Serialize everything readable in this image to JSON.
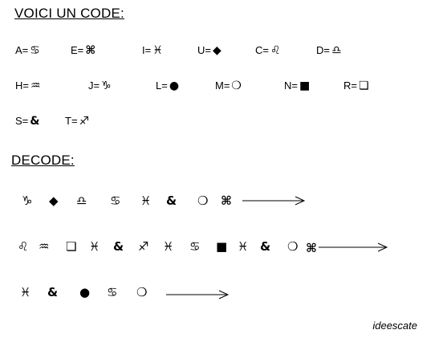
{
  "title": "VOICI UN CODE:",
  "subtitle": "DECODE:",
  "key": [
    {
      "letter": "A=",
      "symbol": "♋"
    },
    {
      "letter": "E=",
      "symbol": "⌘"
    },
    {
      "letter": "I=",
      "symbol": "♓"
    },
    {
      "letter": "U=",
      "symbol": "◆"
    },
    {
      "letter": "C=",
      "symbol": "♌"
    },
    {
      "letter": "D=",
      "symbol": "♎"
    },
    {
      "letter": "H=",
      "symbol": "♒"
    },
    {
      "letter": "J=",
      "symbol": "♑"
    },
    {
      "letter": "L=",
      "symbol": "●"
    },
    {
      "letter": "M=",
      "symbol": "❍"
    },
    {
      "letter": "N=",
      "symbol": "■"
    },
    {
      "letter": "R=",
      "symbol": "❏"
    },
    {
      "letter": "S=",
      "symbol": "&"
    },
    {
      "letter": "T=",
      "symbol": "♐"
    }
  ],
  "puzzle": [
    [
      "♑",
      "◆",
      "♎",
      "♋",
      "♓",
      "&",
      "❍",
      "⌘"
    ],
    [
      "♌",
      "♒",
      "❏",
      "♓",
      "&",
      "♐",
      "♓",
      "♋",
      "■",
      "♓",
      "&",
      "❍",
      "⌘"
    ],
    [
      "♓",
      "&",
      "●",
      "♋",
      "❍"
    ]
  ],
  "credit": "ideescate"
}
